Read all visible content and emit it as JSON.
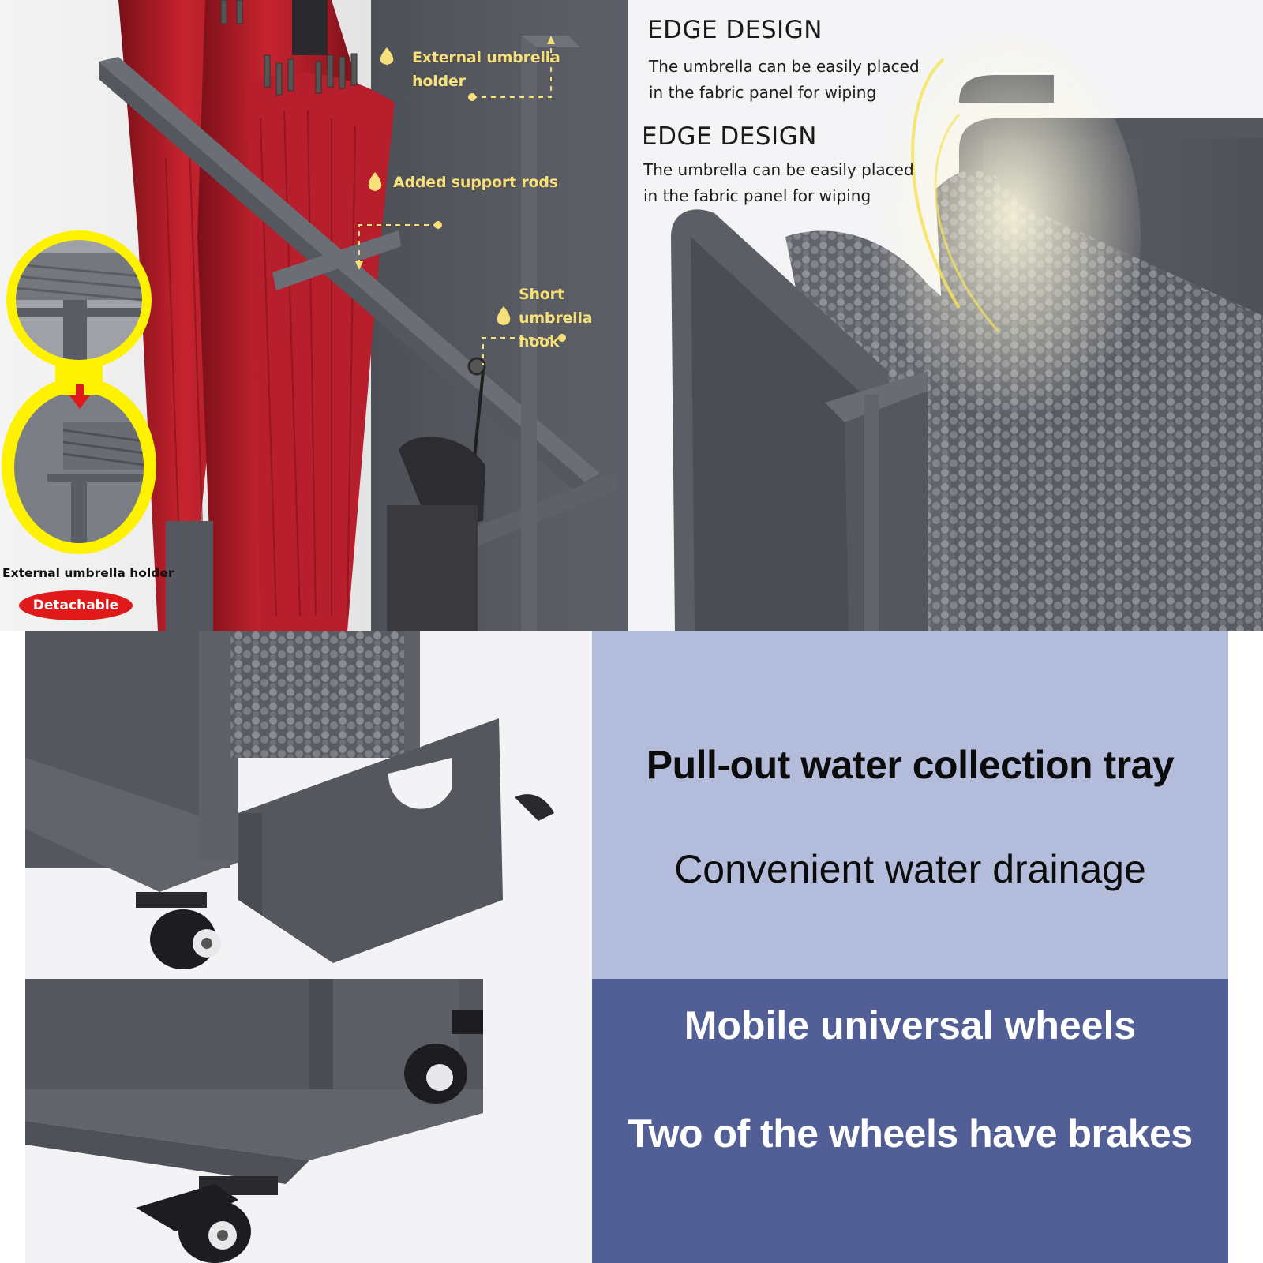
{
  "panel_top_left": {
    "callouts": {
      "external_holder_line1": "External umbrella",
      "external_holder_line2": "holder",
      "support_rods": "Added support rods",
      "short_hook_line1": "Short umbrella",
      "short_hook_line2": "hook"
    },
    "inset": {
      "caption": "External umbrella holder",
      "badge": "Detachable"
    }
  },
  "panel_top_right": {
    "heading_1": "EDGE DESIGN",
    "body_1_line1": "The umbrella can be easily placed",
    "body_1_line2": "in the fabric panel for wiping",
    "heading_2": "EDGE DESIGN",
    "body_2_line1": "The umbrella can be easily placed",
    "body_2_line2": "in the fabric panel for wiping"
  },
  "panel_tray": {
    "title": "Pull-out water collection tray",
    "subtitle": "Convenient water drainage",
    "bg_color": "#b4bcdc"
  },
  "panel_wheels": {
    "title": "Mobile universal wheels",
    "subtitle": "Two of the wheels have brakes",
    "bg_color": "#525f96"
  },
  "colors": {
    "frame_gray": "#6a6c74",
    "umbrella_red": "#b01e2a",
    "callout_gold": "#f7e07a",
    "inset_yellow": "#fff200",
    "badge_red": "#e01a1a"
  }
}
